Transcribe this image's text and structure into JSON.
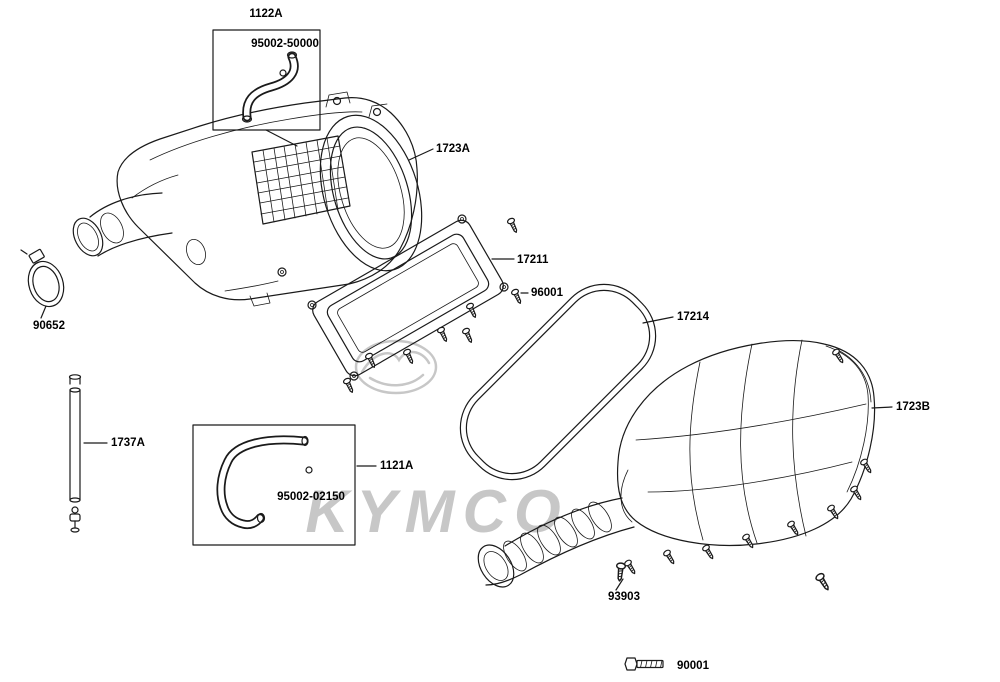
{
  "watermark": {
    "text": "KYMCO"
  },
  "parts": {
    "hose_1122a": {
      "label": "1122A",
      "part_no": "95002-50000"
    },
    "case_1723a": {
      "label": "1723A"
    },
    "frame_17211": {
      "label": "17211"
    },
    "screw_96001": {
      "label": "96001"
    },
    "gasket_17214": {
      "label": "17214"
    },
    "cover_1723b": {
      "label": "1723B"
    },
    "clamp_90652": {
      "label": "90652"
    },
    "tube_1737a": {
      "label": "1737A"
    },
    "hose_1121a": {
      "label": "1121A",
      "part_no": "95002-02150"
    },
    "screw_93903": {
      "label": "93903"
    },
    "bolt_90001": {
      "label": "90001"
    }
  }
}
